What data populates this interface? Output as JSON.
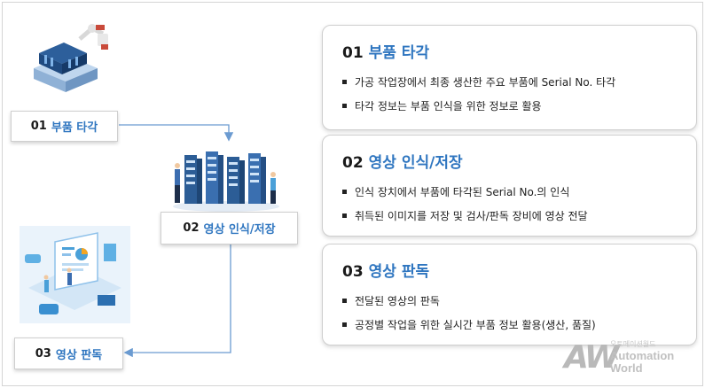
{
  "steps": [
    {
      "num": "01",
      "label": "부품 타각"
    },
    {
      "num": "02",
      "label": "영상 인식/저장"
    },
    {
      "num": "03",
      "label": "영상 판독"
    }
  ],
  "cards": [
    {
      "num": "01",
      "title": "부품 타각",
      "bullets": [
        "가공 작업장에서 최종 생산한 주요 부품에 Serial No. 타각",
        "타각 정보는 부품 인식을 위한 정보로 활용"
      ]
    },
    {
      "num": "02",
      "title": "영상 인식/저장",
      "bullets": [
        "인식 장치에서 부품에 타각된 Serial No.의 인식",
        "취득된 이미지를 저장 및 검사/판독 장비에 영상 전달"
      ]
    },
    {
      "num": "03",
      "title": "영상 판독",
      "bullets": [
        "전달된 영상의 판독",
        "공정별 작업을 위한 실시간 부품 정보 활용(생산, 품질)"
      ]
    }
  ],
  "watermark": {
    "logo": "AW",
    "small": "오토메이션월드",
    "line1": "Automation",
    "line2": "World"
  },
  "colors": {
    "accent": "#2f76c0",
    "border": "#cfcfcf"
  }
}
